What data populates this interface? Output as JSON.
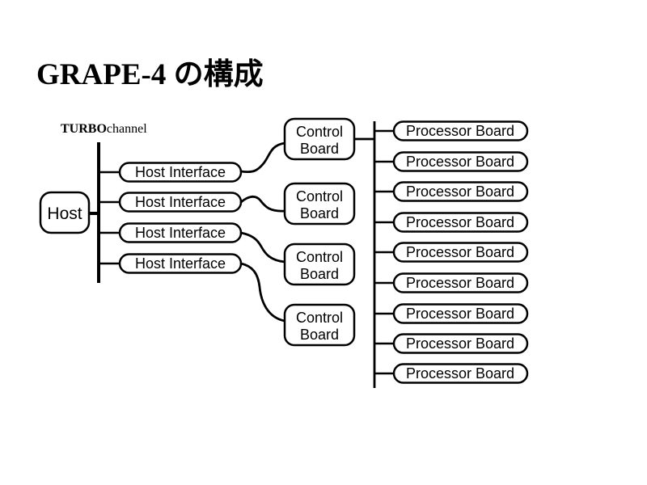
{
  "title": "GRAPE-4 の構成",
  "turbochannel_label": {
    "bold": "TURBO",
    "regular": "channel"
  },
  "host": {
    "label": "Host"
  },
  "host_interfaces": [
    {
      "label": "Host Interface"
    },
    {
      "label": "Host Interface"
    },
    {
      "label": "Host Interface"
    },
    {
      "label": "Host Interface"
    }
  ],
  "control_boards": [
    {
      "line1": "Control",
      "line2": "Board"
    },
    {
      "line1": "Control",
      "line2": "Board"
    },
    {
      "line1": "Control",
      "line2": "Board"
    },
    {
      "line1": "Control",
      "line2": "Board"
    }
  ],
  "processor_boards": [
    {
      "label": "Processor Board"
    },
    {
      "label": "Processor Board"
    },
    {
      "label": "Processor Board"
    },
    {
      "label": "Processor Board"
    },
    {
      "label": "Processor Board"
    },
    {
      "label": "Processor Board"
    },
    {
      "label": "Processor Board"
    },
    {
      "label": "Processor Board"
    },
    {
      "label": "Processor Board"
    }
  ],
  "colors": {
    "stroke": "#000000",
    "background": "#ffffff",
    "box_fill": "#ffffff"
  }
}
